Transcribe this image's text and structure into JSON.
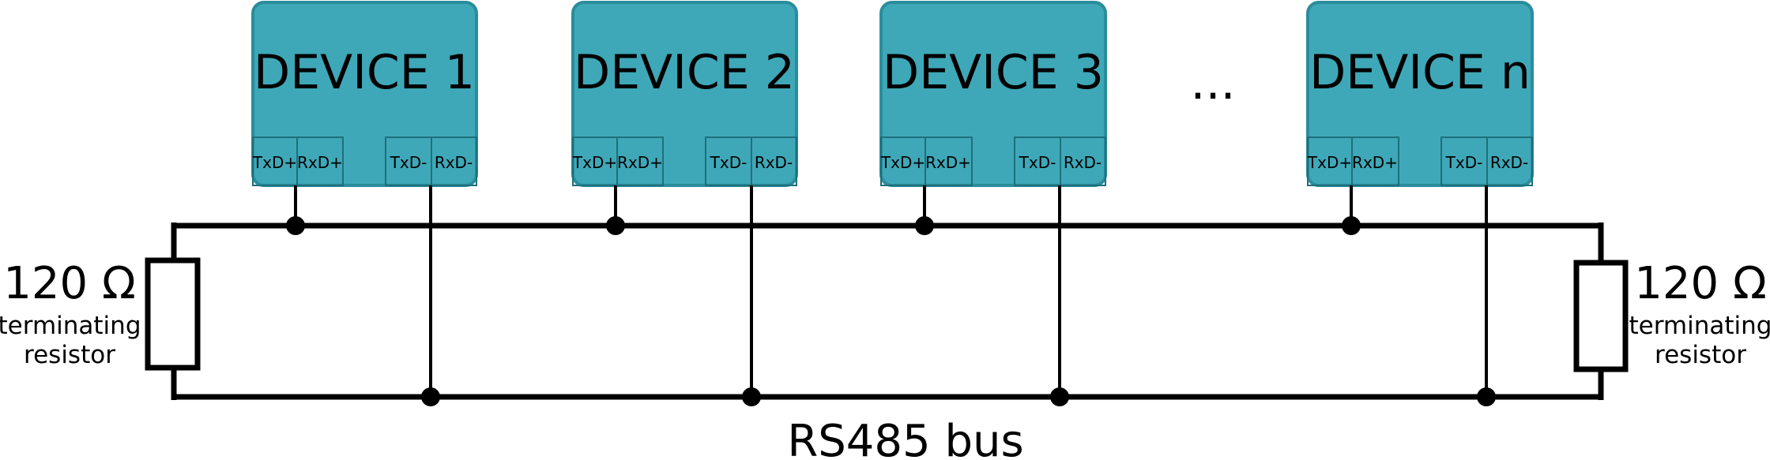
{
  "devices": [
    {
      "title": "DEVICE 1",
      "pins": {
        "txd_plus": "TxD+",
        "rxd_plus": "RxD+",
        "txd_minus": "TxD-",
        "rxd_minus": "RxD-"
      }
    },
    {
      "title": "DEVICE 2",
      "pins": {
        "txd_plus": "TxD+",
        "rxd_plus": "RxD+",
        "txd_minus": "TxD-",
        "rxd_minus": "RxD-"
      }
    },
    {
      "title": "DEVICE 3",
      "pins": {
        "txd_plus": "TxD+",
        "rxd_plus": "RxD+",
        "txd_minus": "TxD-",
        "rxd_minus": "RxD-"
      }
    },
    {
      "title": "DEVICE n",
      "pins": {
        "txd_plus": "TxD+",
        "rxd_plus": "RxD+",
        "txd_minus": "TxD-",
        "rxd_minus": "RxD-"
      }
    }
  ],
  "ellipsis": "...",
  "resistors": {
    "left": {
      "value": "120 Ω",
      "caption_line1": "terminating",
      "caption_line2": "resistor"
    },
    "right": {
      "value": "120 Ω",
      "caption_line1": "terminating",
      "caption_line2": "resistor"
    }
  },
  "bus_label": "RS485 bus",
  "colors": {
    "device_fill": "#3ea8b8",
    "device_border": "#2a8d9c",
    "wire": "#000000"
  }
}
